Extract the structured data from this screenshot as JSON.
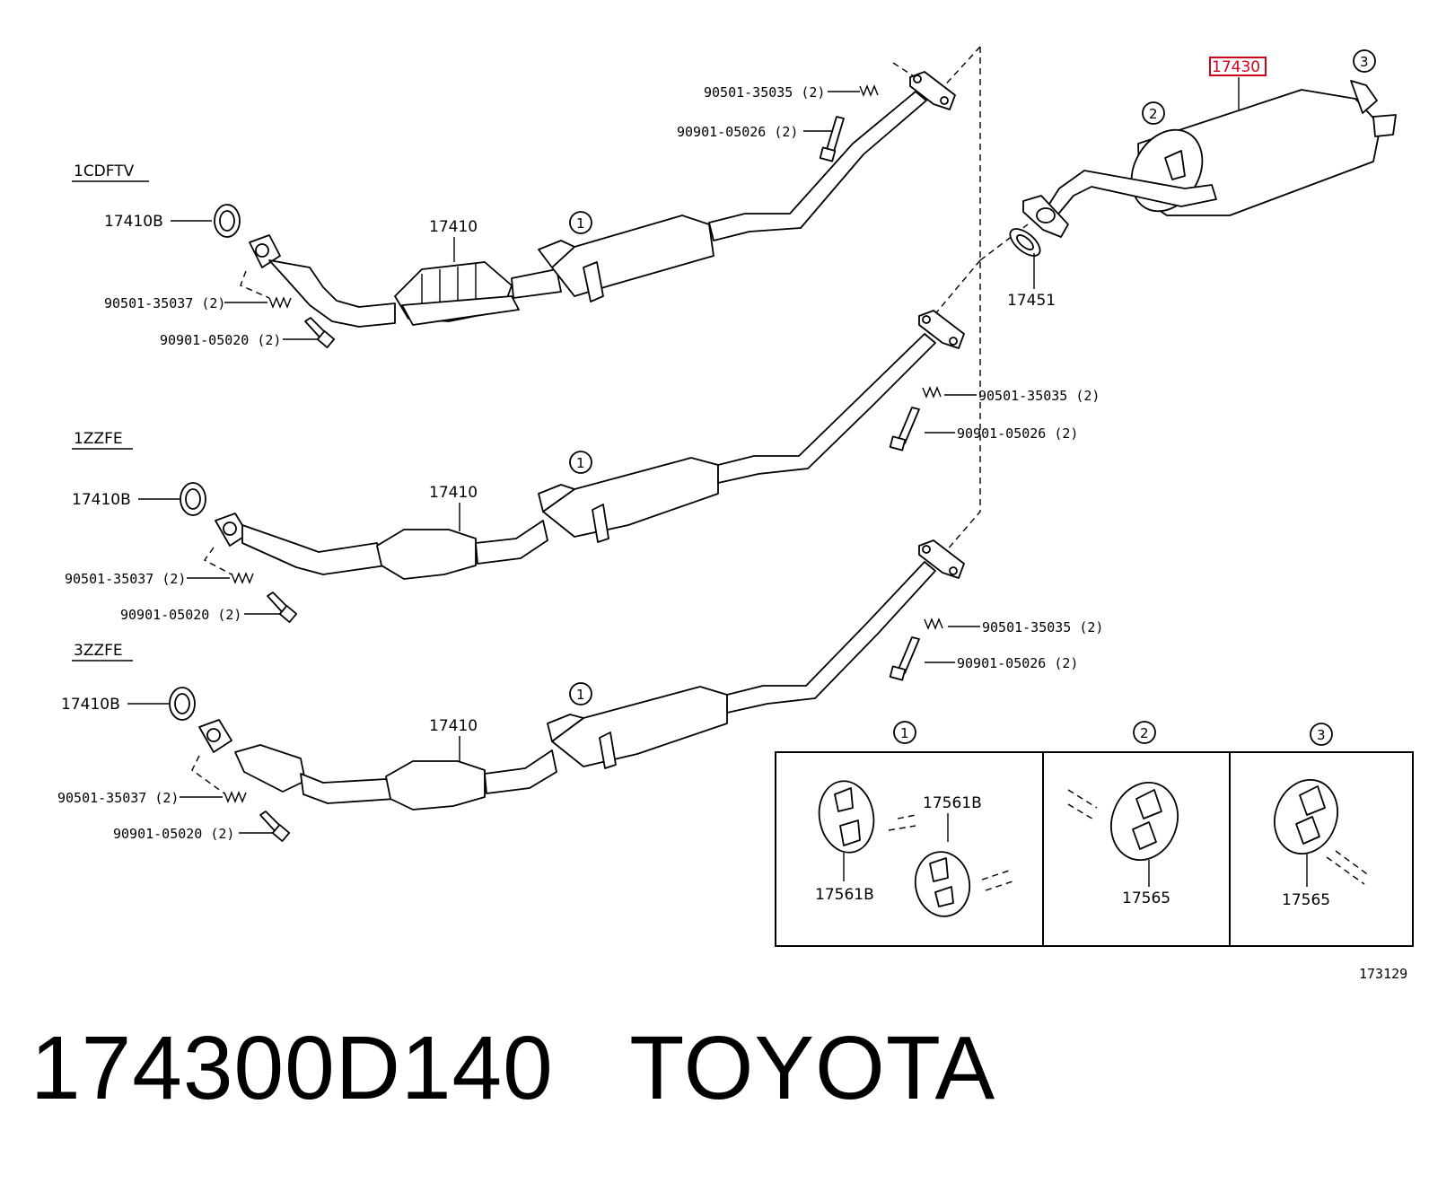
{
  "caption": "174300D140   TOYOTA",
  "figure_number": "173129",
  "highlight_color": "#d0021b",
  "engine_variants": [
    {
      "name": "1CDFTV"
    },
    {
      "name": "1ZZFE"
    },
    {
      "name": "3ZZFE"
    }
  ],
  "labels": {
    "p17410B": "17410B",
    "p17410": "17410",
    "p90501_35037": "90501-35037 (2)",
    "p90901_05020": "90901-05020 (2)",
    "p90501_35035": "90501-35035 (2)",
    "p90901_05026": "90901-05026 (2)",
    "p17430": "17430",
    "p17451": "17451",
    "p17561B": "17561B",
    "p17565": "17565"
  },
  "callouts": {
    "c1": "1",
    "c2": "2",
    "c3": "3"
  }
}
